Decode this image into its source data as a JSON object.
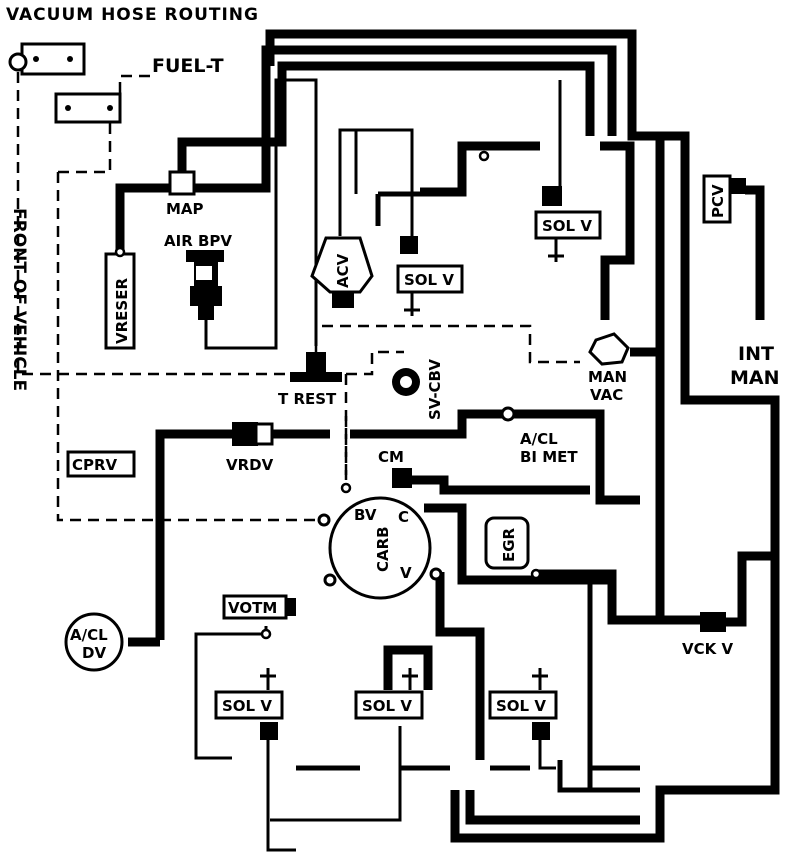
{
  "title": "VACUUM HOSE ROUTING",
  "side_label": "FRONT OF VEHICLE",
  "labels": {
    "fuel_t": "FUEL-T",
    "map": "MAP",
    "air_bpv": "AIR BPV",
    "vreser": "VRESER",
    "acv": "ACV",
    "sol_v": "SOL V",
    "pcv": "PCV",
    "int": "INT",
    "man": "MAN",
    "man_vac_1": "MAN",
    "man_vac_2": "VAC",
    "t_rest": "T REST",
    "sv_cbv": "SV-CBV",
    "cprv": "CPRV",
    "vrdv": "VRDV",
    "acl_bimet_1": "A/CL",
    "acl_bimet_2": "BI MET",
    "cm": "CM",
    "bv": "BV",
    "c": "C",
    "carb": "CARB",
    "v": "V",
    "egr": "EGR",
    "vckv": "VCK V",
    "votm": "VOTM",
    "acl_dv_1": "A/CL",
    "acl_dv_2": "DV"
  },
  "colors": {
    "line": "#000000",
    "background": "#ffffff"
  }
}
